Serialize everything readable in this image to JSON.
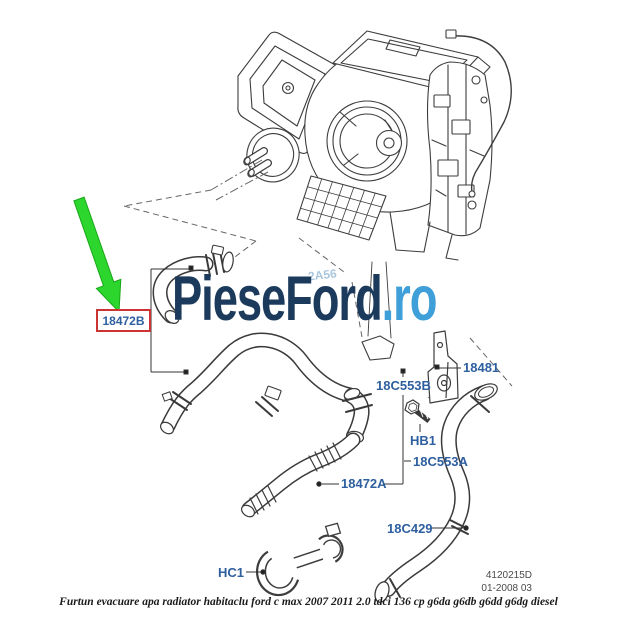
{
  "watermark": {
    "brand": "PieseFord",
    "tld": ".ro",
    "faded_code": "2A56"
  },
  "highlight": {
    "part_code": "18472B"
  },
  "part_labels": {
    "c553b": "18C553B",
    "bracket": "18481",
    "bolt": "HB1",
    "c553a": "18C553A",
    "hose_a": "18472A",
    "c429": "18C429",
    "clip": "HC1"
  },
  "footer": {
    "caption": "Furtun evacuare apa radiator habitaclu ford c max 2007 2011 2.0 tdci 136 cp g6da g6db g6dd g6dg diesel",
    "doc_number": "4120215D",
    "doc_date": "01-2008 03"
  },
  "colors": {
    "label_blue": "#2e5f9f",
    "box_red": "#cc3333",
    "arrow_green": "#2dd62d",
    "brand_navy": "#1c3b5c",
    "brand_blue": "#3f9fd8"
  }
}
